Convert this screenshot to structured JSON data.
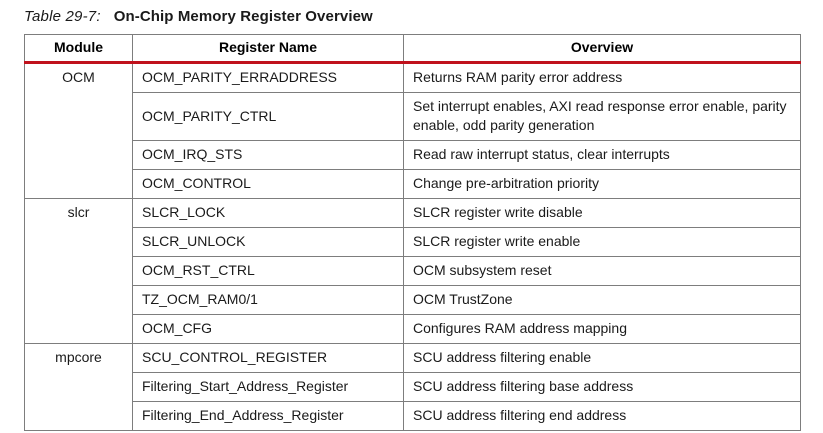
{
  "title": {
    "prefix": "Table 29-7:",
    "text": "On-Chip Memory Register Overview"
  },
  "colors": {
    "accent_rule": "#c0111c",
    "grid_border": "#7d7d7d",
    "text": "#1a1a1a"
  },
  "table": {
    "columns": [
      "Module",
      "Register Name",
      "Overview"
    ],
    "groups": [
      {
        "module": "OCM",
        "rows": [
          {
            "register": "OCM_PARITY_ERRADDRESS",
            "overview": "Returns RAM parity error address"
          },
          {
            "register": "OCM_PARITY_CTRL",
            "overview": "Set interrupt enables, AXI read response error enable, parity enable, odd parity generation"
          },
          {
            "register": "OCM_IRQ_STS",
            "overview": "Read raw interrupt status, clear interrupts"
          },
          {
            "register": "OCM_CONTROL",
            "overview": "Change pre-arbitration priority"
          }
        ]
      },
      {
        "module": "slcr",
        "rows": [
          {
            "register": "SLCR_LOCK",
            "overview": "SLCR register write disable"
          },
          {
            "register": "SLCR_UNLOCK",
            "overview": "SLCR register write enable"
          },
          {
            "register": "OCM_RST_CTRL",
            "overview": "OCM subsystem reset"
          },
          {
            "register": "TZ_OCM_RAM0/1",
            "overview": "OCM TrustZone"
          },
          {
            "register": "OCM_CFG",
            "overview": "Configures RAM address mapping"
          }
        ]
      },
      {
        "module": "mpcore",
        "rows": [
          {
            "register": "SCU_CONTROL_REGISTER",
            "overview": "SCU address filtering enable"
          },
          {
            "register": "Filtering_Start_Address_Register",
            "overview": "SCU address filtering base address"
          },
          {
            "register": "Filtering_End_Address_Register",
            "overview": "SCU address filtering end address"
          }
        ]
      }
    ]
  }
}
